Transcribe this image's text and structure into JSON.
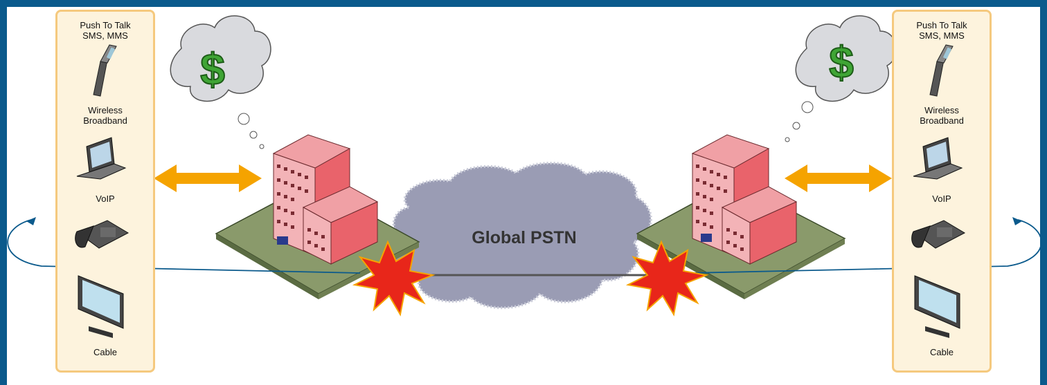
{
  "center": {
    "cloud_label": "Global PSTN"
  },
  "left_panel": {
    "service_1": "Push To Talk",
    "service_2": "SMS, MMS",
    "label_broadband": "Wireless",
    "label_broadband_2": "Broadband",
    "label_voip": "VoIP",
    "label_cable": "Cable"
  },
  "right_panel": {
    "service_1": "Push To Talk",
    "service_2": "SMS, MMS",
    "label_broadband": "Wireless",
    "label_broadband_2": "Broadband",
    "label_voip": "VoIP",
    "label_cable": "Cable"
  },
  "thought_bubbles": {
    "symbol": "$"
  },
  "colors": {
    "frame": "#0b5a8c",
    "panel_fill": "#fdf3dd",
    "panel_border": "#f5c97e",
    "arrow": "#f5a300",
    "cloud": "#9a9cb4",
    "building": "#e9636b",
    "ground": "#8a9a6b",
    "dollar": "#3fa535",
    "burst": "#e8261a"
  },
  "icons": [
    "phone-flip-icon",
    "laptop-icon",
    "desk-phone-icon",
    "monitor-icon",
    "building-icon",
    "cloud-icon",
    "burst-icon",
    "double-arrow-icon",
    "dollar-icon"
  ]
}
